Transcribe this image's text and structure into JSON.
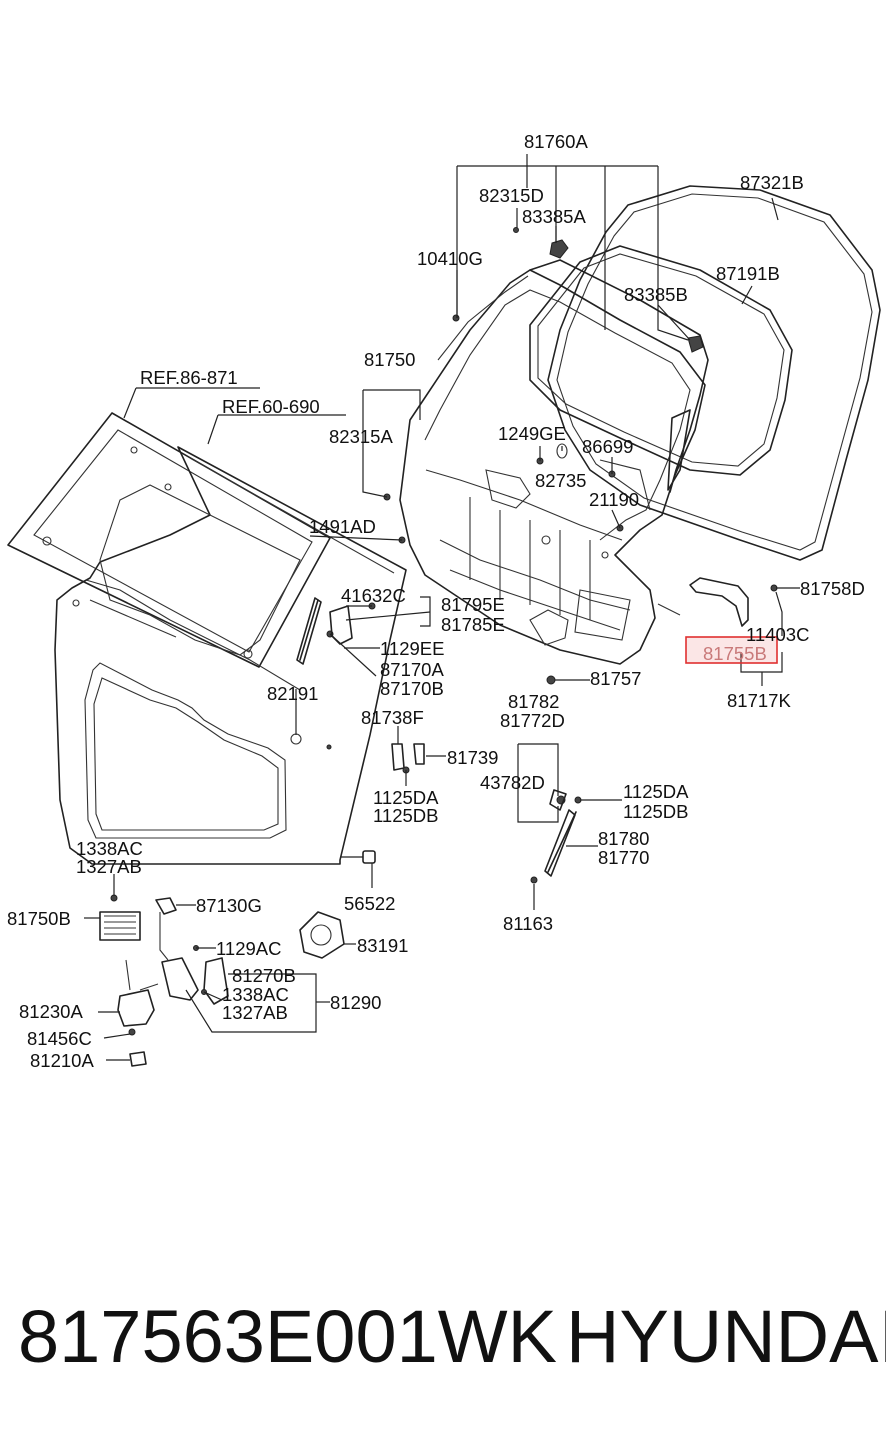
{
  "highlight_color": "#e03030",
  "labels": {
    "l_81760A": "81760A",
    "l_82315D": "82315D",
    "l_83385A": "83385A",
    "l_10410G": "10410G",
    "l_87321B": "87321B",
    "l_87191B": "87191B",
    "l_83385B": "83385B",
    "l_81750": "81750",
    "l_REF86": "REF.86-871",
    "l_REF60": "REF.60-690",
    "l_82315A": "82315A",
    "l_1249GE": "1249GE",
    "l_86699": "86699",
    "l_82735": "82735",
    "l_21190": "21190",
    "l_1491AD": "1491AD",
    "l_41632C": "41632C",
    "l_81795E": "81795E",
    "l_81785E": "81785E",
    "l_81758D": "81758D",
    "l_11403C": "11403C",
    "l_81755B": "81755B",
    "l_1129EE": "1129EE",
    "l_87170A": "87170A",
    "l_87170B": "87170B",
    "l_81757": "81757",
    "l_81717K": "81717K",
    "l_82191": "82191",
    "l_81782": "81782",
    "l_81772D": "81772D",
    "l_81738F": "81738F",
    "l_81739": "81739",
    "l_43782D": "43782D",
    "l_1125DA_a": "1125DA",
    "l_1125DB_a": "1125DB",
    "l_1125DA_b": "1125DA",
    "l_1125DB_b": "1125DB",
    "l_81780": "81780",
    "l_81770": "81770",
    "l_1338AC_a": "1338AC",
    "l_1327AB_a": "1327AB",
    "l_56522": "56522",
    "l_81163": "81163",
    "l_81750B": "81750B",
    "l_87130G": "87130G",
    "l_83191": "83191",
    "l_1129AC": "1129AC",
    "l_81270B": "81270B",
    "l_81230A": "81230A",
    "l_1338AC_b": "1338AC",
    "l_1327AB_b": "1327AB",
    "l_81290": "81290",
    "l_81456C": "81456C",
    "l_81210A": "81210A"
  },
  "footer": {
    "part_number": "817563E001WK",
    "brand": "HYUNDAI"
  }
}
